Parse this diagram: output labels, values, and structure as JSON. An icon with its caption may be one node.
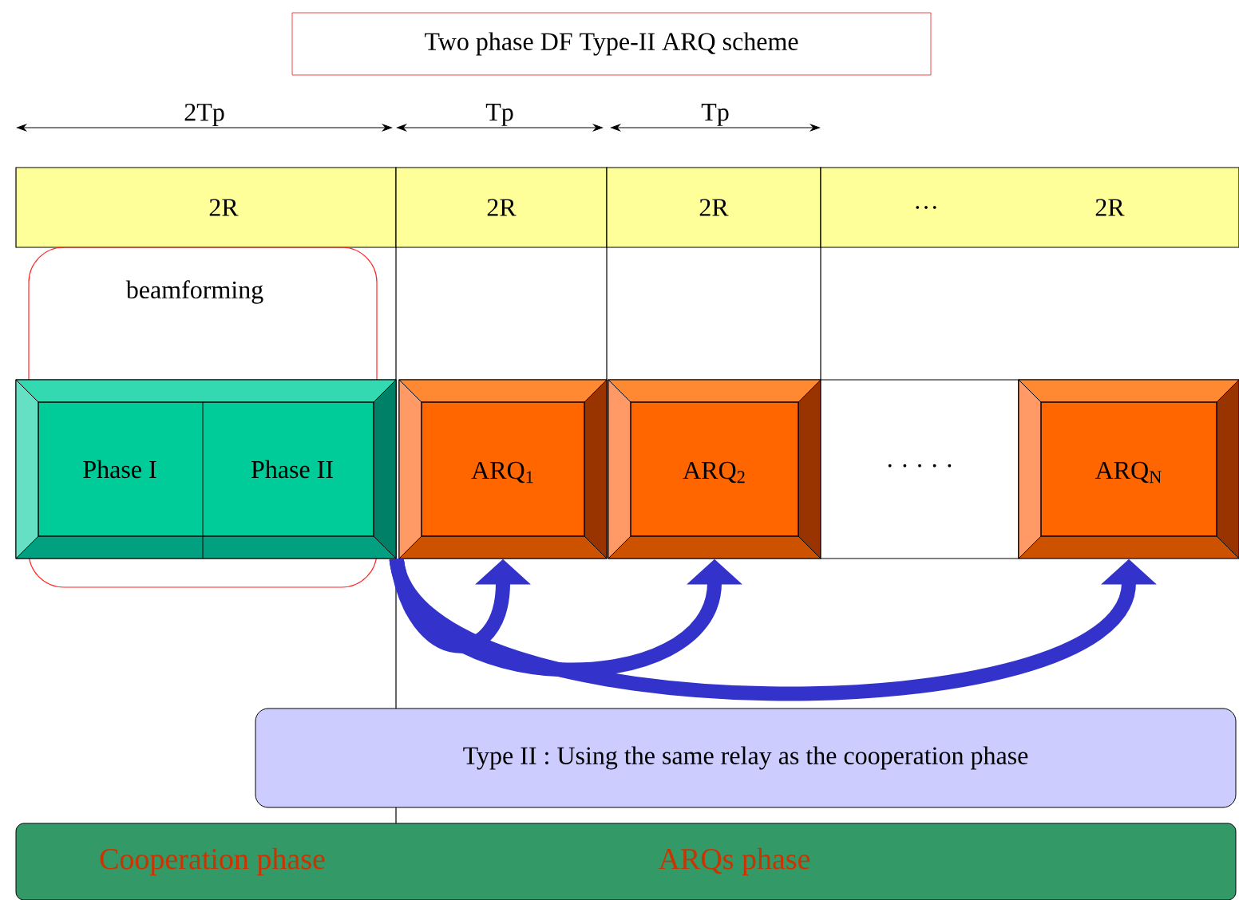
{
  "diagram": {
    "title": "Two phase DF Type-II ARQ scheme",
    "nodes": [
      {
        "text": [
          "2R"
        ]
      },
      {
        "text": [
          "2R"
        ]
      },
      {
        "text": [
          "2R"
        ]
      },
      {
        "text": [
          "…",
          "2R"
        ]
      },
      {
        "text": [
          "beamforming"
        ]
      },
      {
        "text": [
          "Phase I",
          "Phase II"
        ]
      },
      {
        "text": [
          "ARQ$_{1}$"
        ]
      },
      {
        "text": [
          "ARQ$_{2}$"
        ]
      },
      {
        "text": [
          "· · · · ·"
        ]
      },
      {
        "text": [
          "ARQ$_{N}$"
        ]
      },
      {
        "text": [
          "Type II : Using the same relay as the cooperation phase"
        ]
      },
      {
        "text": [
          "Cooperation phase",
          "ARQs phase"
        ]
      }
    ],
    "edges": [
      {
        "from": 5,
        "to": 6,
        "arrow": "to"
      },
      {
        "from": 5,
        "to": 7,
        "arrow": "to"
      },
      {
        "from": 5,
        "to": 9,
        "arrow": "to"
      }
    ],
    "labels": [
      "2Tp",
      "Tp",
      "Tp"
    ]
  }
}
